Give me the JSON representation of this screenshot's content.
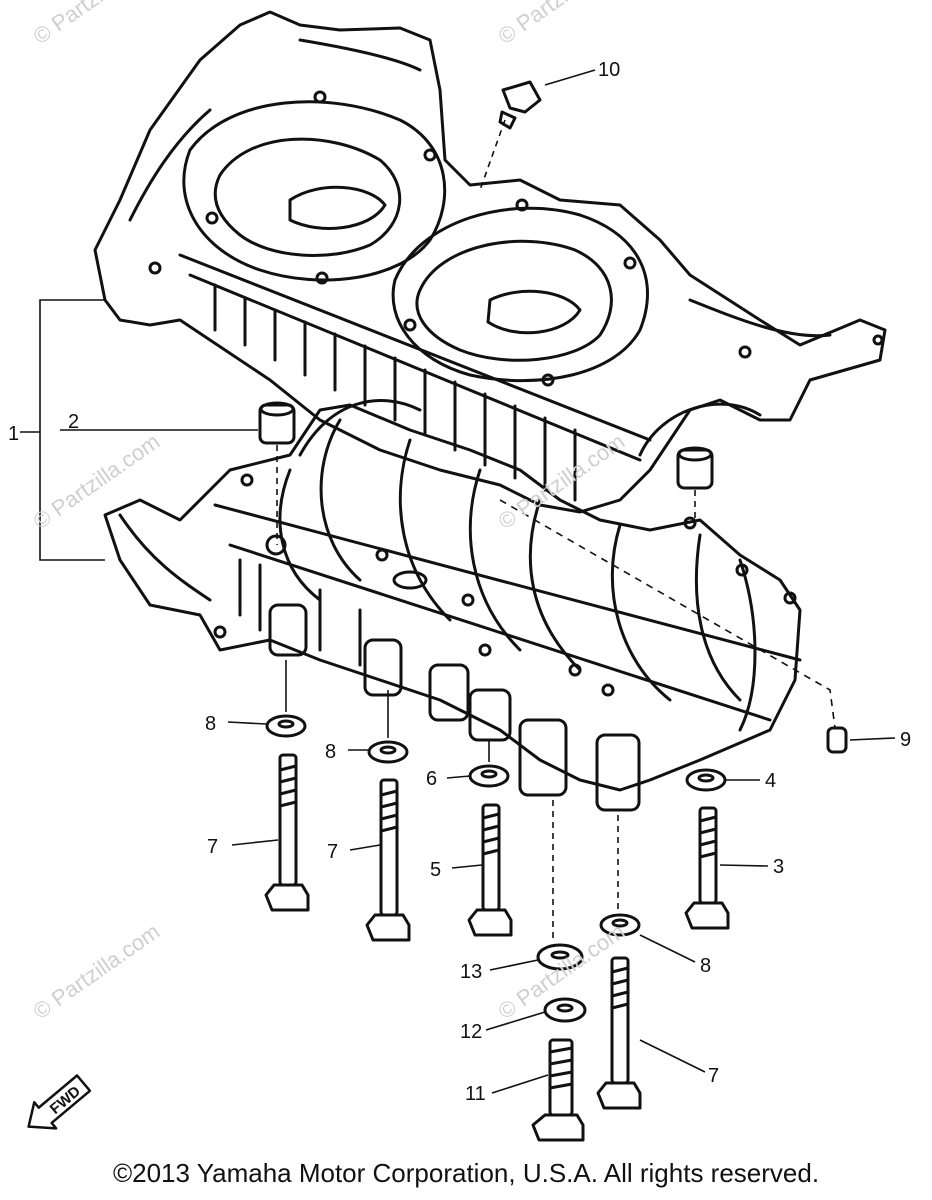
{
  "watermark": "© Partzilla.com",
  "callouts": {
    "c1": "1",
    "c2": "2",
    "c3": "3",
    "c4": "4",
    "c5": "5",
    "c6": "6",
    "c7a": "7",
    "c7b": "7",
    "c7c": "7",
    "c8a": "8",
    "c8b": "8",
    "c8c": "8",
    "c9": "9",
    "c10": "10",
    "c11": "11",
    "c12": "12",
    "c13": "13"
  },
  "fwd_label": "FWD",
  "copyright": "©2013 Yamaha Motor Corporation, U.S.A. All rights reserved."
}
